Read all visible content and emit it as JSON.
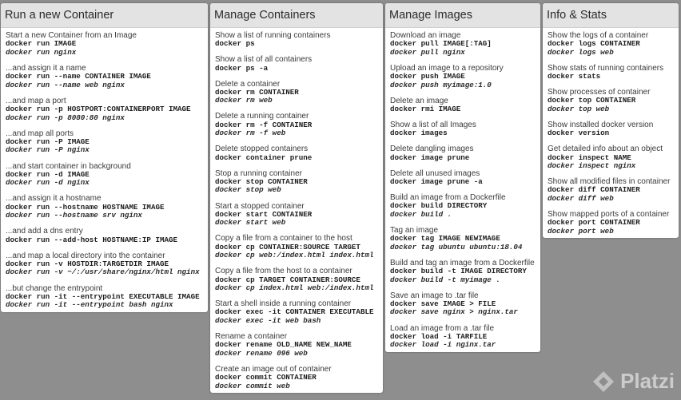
{
  "watermark": "Platzi",
  "sections": [
    {
      "title": "Run a new Container",
      "entries": [
        {
          "desc": "Start a new Container from an Image",
          "cmd": "docker run IMAGE",
          "ex": "docker run nginx"
        },
        {
          "desc": "...and assign it a name",
          "cmd": "docker run --name CONTAINER IMAGE",
          "ex": "docker run --name web nginx"
        },
        {
          "desc": "...and map a port",
          "cmd": "docker run -p HOSTPORT:CONTAINERPORT IMAGE",
          "ex": "docker run -p 8080:80 nginx"
        },
        {
          "desc": "...and map all ports",
          "cmd": "docker run -P IMAGE",
          "ex": "docker run -P nginx"
        },
        {
          "desc": "...and start container in background",
          "cmd": "docker run -d IMAGE",
          "ex": "docker run -d nginx"
        },
        {
          "desc": "...and assign it a hostname",
          "cmd": "docker run --hostname HOSTNAME IMAGE",
          "ex": "docker run --hostname srv nginx"
        },
        {
          "desc": "...and add a dns entry",
          "cmd": "docker run --add-host HOSTNAME:IP IMAGE",
          "ex": ""
        },
        {
          "desc": "...and map a local directory into the container",
          "cmd": "docker run -v HOSTDIR:TARGETDIR IMAGE",
          "ex": "docker run -v ~/:/usr/share/nginx/html nginx"
        },
        {
          "desc": "...but change the entrypoint",
          "cmd": "docker run -it --entrypoint EXECUTABLE IMAGE",
          "ex": "docker run -it --entrypoint bash nginx"
        }
      ]
    },
    {
      "title": "Manage Containers",
      "entries": [
        {
          "desc": "Show a list of running containers",
          "cmd": "docker ps",
          "ex": ""
        },
        {
          "desc": "Show a list of all containers",
          "cmd": "docker ps -a",
          "ex": ""
        },
        {
          "desc": "Delete a container",
          "cmd": "docker rm CONTAINER",
          "ex": "docker rm web"
        },
        {
          "desc": "Delete a running container",
          "cmd": "docker rm -f CONTAINER",
          "ex": "docker rm -f web"
        },
        {
          "desc": "Delete stopped containers",
          "cmd": "docker container prune",
          "ex": ""
        },
        {
          "desc": "Stop a running container",
          "cmd": "docker stop CONTAINER",
          "ex": "docker stop web"
        },
        {
          "desc": "Start a stopped container",
          "cmd": "docker start CONTAINER",
          "ex": "docker start web"
        },
        {
          "desc": "Copy a file from a container to the host",
          "cmd": "docker cp CONTAINER:SOURCE TARGET",
          "ex": "docker cp web:/index.html index.html"
        },
        {
          "desc": "Copy a file from the host to a container",
          "cmd": "docker cp TARGET CONTAINER:SOURCE",
          "ex": "docker cp index.html web:/index.html"
        },
        {
          "desc": "Start a shell inside a running container",
          "cmd": "docker exec -it CONTAINER EXECUTABLE",
          "ex": "docker exec -it web bash"
        },
        {
          "desc": "Rename a container",
          "cmd": "docker rename OLD_NAME NEW_NAME",
          "ex": "docker rename 096 web"
        },
        {
          "desc": "Create an image out of container",
          "cmd": "docker commit CONTAINER",
          "ex": "docker commit web"
        }
      ]
    },
    {
      "title": "Manage Images",
      "entries": [
        {
          "desc": "Download an image",
          "cmd": "docker pull IMAGE[:TAG]",
          "ex": "docker pull nginx"
        },
        {
          "desc": "Upload an image to a repository",
          "cmd": "docker push IMAGE",
          "ex": "docker push myimage:1.0"
        },
        {
          "desc": "Delete an image",
          "cmd": "docker rmi IMAGE",
          "ex": ""
        },
        {
          "desc": "Show a list of all Images",
          "cmd": "docker images",
          "ex": ""
        },
        {
          "desc": "Delete dangling images",
          "cmd": "docker image prune",
          "ex": ""
        },
        {
          "desc": "Delete all unused images",
          "cmd": "docker image prune -a",
          "ex": ""
        },
        {
          "desc": "Build an image from a Dockerfile",
          "cmd": "docker build DIRECTORY",
          "ex": "docker build ."
        },
        {
          "desc": "Tag an image",
          "cmd": "docker tag IMAGE NEWIMAGE",
          "ex": "docker tag ubuntu ubuntu:18.04"
        },
        {
          "desc": "Build and tag an image from a Dockerfile",
          "cmd": "docker build -t IMAGE DIRECTORY",
          "ex": "docker build -t myimage ."
        },
        {
          "desc": "Save an image to .tar file",
          "cmd": "docker save IMAGE > FILE",
          "ex": "docker save nginx > nginx.tar"
        },
        {
          "desc": "Load an image from a .tar file",
          "cmd": "docker load -i TARFILE",
          "ex": "docker load -i nginx.tar"
        }
      ]
    },
    {
      "title": "Info & Stats",
      "entries": [
        {
          "desc": "Show the logs of a container",
          "cmd": "docker logs CONTAINER",
          "ex": "docker logs web"
        },
        {
          "desc": "Show stats of running containers",
          "cmd": "docker stats",
          "ex": ""
        },
        {
          "desc": "Show processes of container",
          "cmd": "docker top CONTAINER",
          "ex": "docker top web"
        },
        {
          "desc": "Show installed docker version",
          "cmd": "docker version",
          "ex": ""
        },
        {
          "desc": "Get detailed info about an object",
          "cmd": "docker inspect NAME",
          "ex": "docker inspect nginx"
        },
        {
          "desc": "Show all modified files in container",
          "cmd": "docker diff CONTAINER",
          "ex": "docker diff web"
        },
        {
          "desc": "Show mapped ports of a container",
          "cmd": "docker port CONTAINER",
          "ex": "docker port web"
        }
      ]
    }
  ]
}
